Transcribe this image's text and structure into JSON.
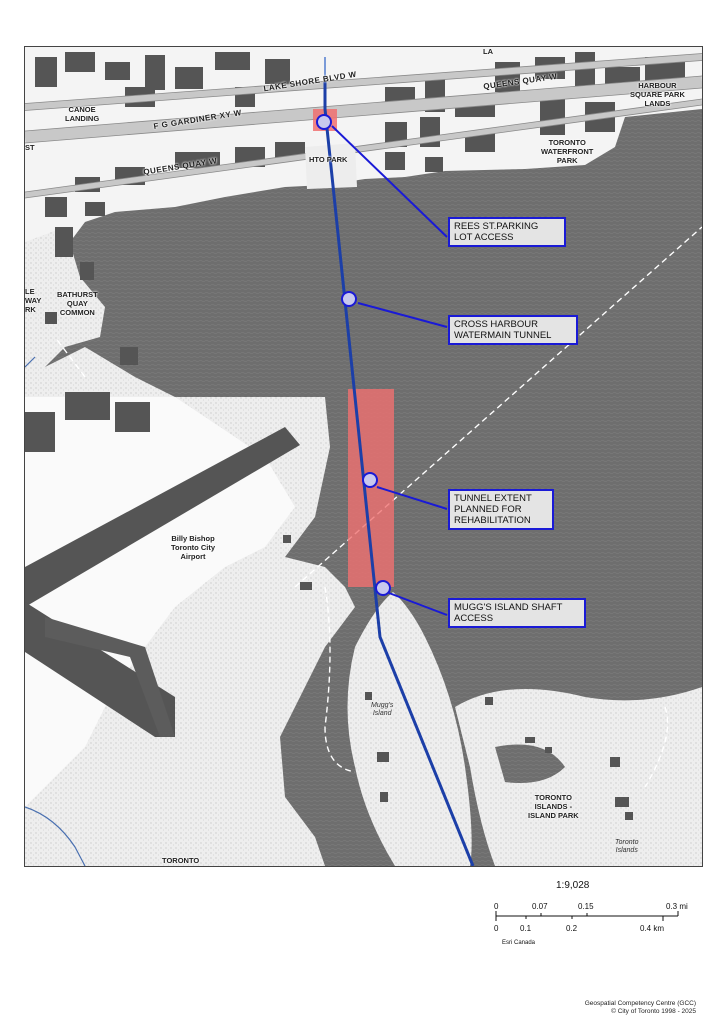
{
  "map": {
    "labels": {
      "canoe_landing": "CANOE\nLANDING",
      "hto_park": "HTO PARK",
      "toronto_waterfront_park": "TORONTO\nWATERFRONT\nPARK",
      "harbour_square_park_lands": "HARBOUR\nSQUARE PARK\nLANDS",
      "bathurst_quay_common": "BATHURST\nQUAY\nCOMMON",
      "le_way_rk": "LE\nWAY\nRK",
      "airport": "Billy Bishop\nToronto City\nAirport",
      "muggs_island": "Mugg's\nIsland",
      "toronto_islands_park": "TORONTO\nISLANDS -\nISLAND PARK",
      "toronto_islands": "Toronto\nIslands",
      "toronto": "TORONTO",
      "edge_la": "LA",
      "edge_st": "ST"
    },
    "streets": {
      "lake_shore": "LAKE SHORE BLVD W",
      "gardiner": "F G GARDINER XY W",
      "queens_quay_east": "QUEENS QUAY W",
      "queens_quay_west": "QUEENS QUAY W"
    },
    "callouts": {
      "rees": "REES ST.PARKING\nLOT ACCESS",
      "cross_harbour": "CROSS HARBOUR\nWATERMAIN TUNNEL",
      "tunnel_extent": "TUNNEL EXTENT\nPLANNED FOR\nREHABILITATION",
      "muggs_shaft": "MUGG'S ISLAND SHAFT\nACCESS"
    },
    "colors": {
      "water": "#6e6e6e",
      "land": "#e8e8e8",
      "urban": "#f4f4f4",
      "building": "#555555",
      "pipeline": "#1c3fa8",
      "callout_border": "#1a1ad6",
      "highlight": "#f07070"
    }
  },
  "scale": {
    "ratio": "1:9,028",
    "mi_ticks": [
      "0",
      "0.07",
      "0.15",
      "0.3 mi"
    ],
    "km_ticks": [
      "0",
      "0.1",
      "0.2",
      "0.4 km"
    ],
    "source": "Esri Canada"
  },
  "credits": {
    "line1": "Geospatial Competency Centre (GCC)",
    "line2": "© City of Toronto 1998 - 2025"
  }
}
